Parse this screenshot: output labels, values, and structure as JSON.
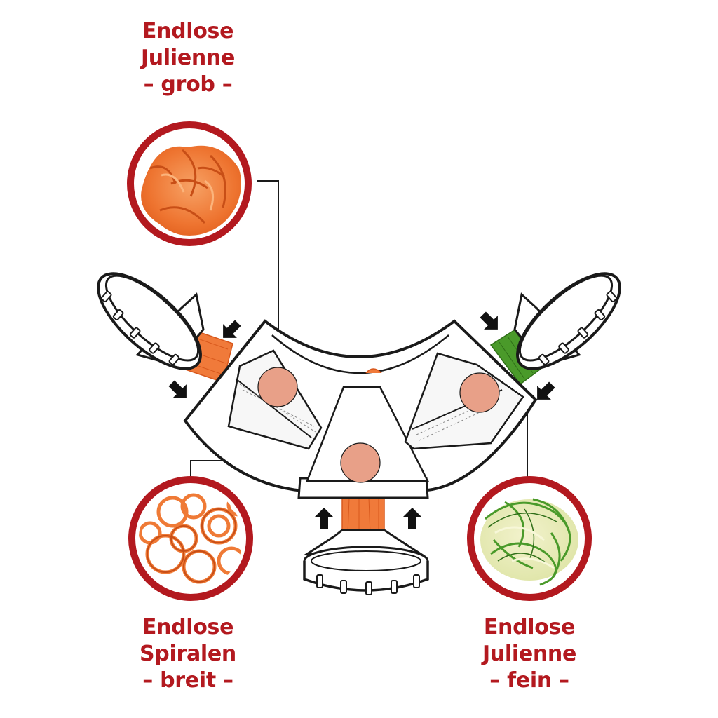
{
  "labels": {
    "top": {
      "line1": "Endlose",
      "line2": "Julienne",
      "line3": "– grob –"
    },
    "bottom_left": {
      "line1": "Endlose",
      "line2": "Spiralen",
      "line3": "– breit –"
    },
    "bottom_right": {
      "line1": "Endlose",
      "line2": "Julienne",
      "line3": "– fein –"
    }
  },
  "colors": {
    "label_red": "#b3191f",
    "ring_red": "#b3191f",
    "carrot": "#f07a3a",
    "carrot_dark": "#d8581c",
    "cucumber_green": "#4a9a2a",
    "cucumber_light": "#e8eca8",
    "marker": "#e8a088",
    "outline": "#1a1a1a"
  },
  "icons": {
    "arrow": "arrow-icon"
  }
}
